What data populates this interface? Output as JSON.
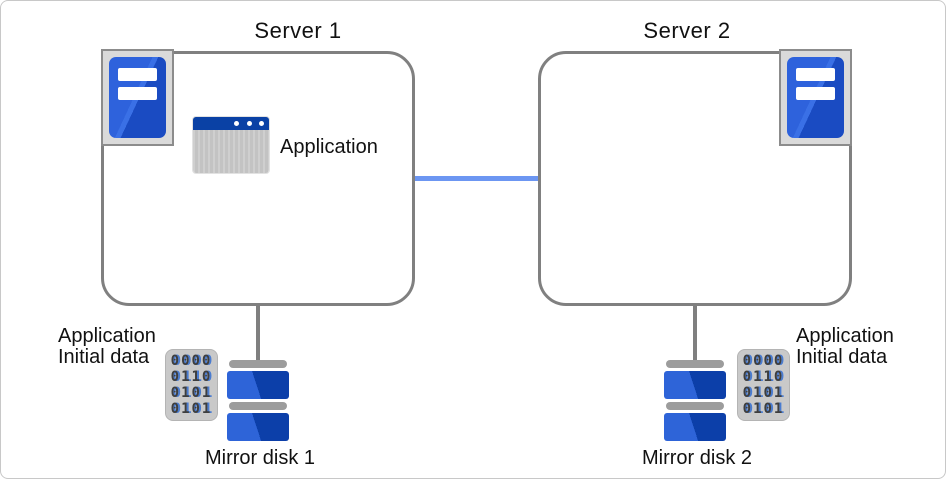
{
  "servers": [
    {
      "title": "Server 1"
    },
    {
      "title": "Server 2"
    }
  ],
  "application": {
    "label": "Application"
  },
  "initial_data": {
    "line1": "Application",
    "line2": "Initial data"
  },
  "binary": {
    "rows": [
      "0000",
      "0110",
      "0101",
      "0101"
    ]
  },
  "disks": [
    {
      "label": "Mirror disk 1"
    },
    {
      "label": "Mirror disk 2"
    }
  ],
  "icons": {
    "server": "tower-server-icon",
    "application": "application-window-icon",
    "disk": "mirror-disk-icon",
    "data": "binary-data-icon"
  },
  "colors": {
    "link_line": "#6c96f2",
    "box_border": "#808080",
    "disk_blue_light": "#2e64d8",
    "disk_blue_dark": "#0c3fa9",
    "tower_blue_light": "#2e62dc",
    "tower_blue_dark": "#1a4bc2",
    "titlebar_blue": "#0a41a5",
    "icon_gray": "#c9c9c9"
  }
}
